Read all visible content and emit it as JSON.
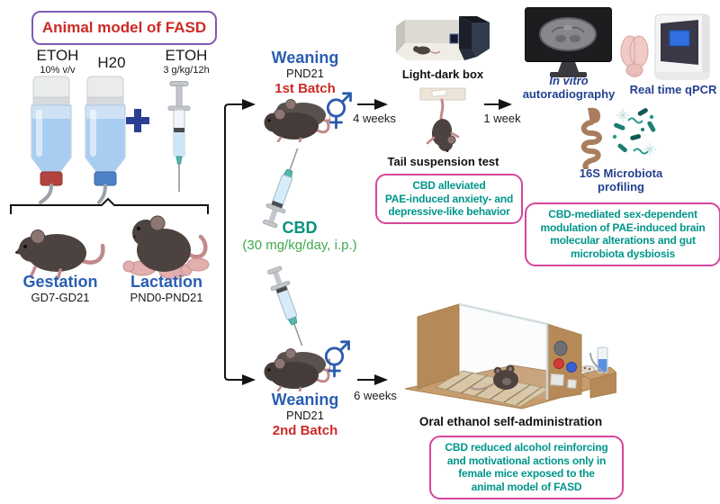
{
  "palette": {
    "red_text": "#cd2a26",
    "purple_border": "#7e5bb5",
    "blue_label": "#2a5db0",
    "navy_label": "#24418f",
    "teal_result_text": "#00968a",
    "pink_box_border": "#d6459c",
    "cbd_name_teal": "#0a9180",
    "cbd_dose_green": "#3fa94d",
    "plus_blue": "#2b3f92",
    "sex_symbol_blue": "#2b5cad"
  },
  "header": {
    "title": "Animal model of FASD"
  },
  "exposure": {
    "bottle_etoh": {
      "name": "ETOH",
      "detail": "10% v/v"
    },
    "bottle_h2o": {
      "name": "H20"
    },
    "plus": "+",
    "syringe_etoh": {
      "name": "ETOH",
      "detail": "3 g/kg/12h"
    }
  },
  "dams": {
    "gestation": {
      "label": "Gestation",
      "period": "GD7-GD21"
    },
    "lactation": {
      "label": "Lactation",
      "period": "PND0-PND21"
    }
  },
  "batch1": {
    "stage": "Weaning",
    "day": "PND21",
    "name": "1st Batch",
    "arrow_label": "4 weeks"
  },
  "batch2": {
    "stage": "Weaning",
    "day": "PND21",
    "name": "2nd Batch",
    "arrow_label": "6 weeks"
  },
  "cbd": {
    "name": "CBD",
    "dose": "(30 mg/kg/day, i.p.)"
  },
  "tests": {
    "light_dark_box": "Light-dark box",
    "tail_suspension": "Tail suspension test",
    "week_arrow": "1 week",
    "autoradiography": {
      "line1": "In vitro",
      "line2": "autoradiography"
    },
    "qpcr": "Real time qPCR",
    "microbiota": {
      "line1": "16S Microbiota",
      "line2": "profiling"
    },
    "oral_ethanol": "Oral ethanol self-administration"
  },
  "results": [
    {
      "lines": [
        "CBD alleviated",
        "PAE-induced anxiety- and",
        "depressive-like behavior"
      ]
    },
    {
      "lines": [
        "CBD-mediated sex-dependent",
        "modulation of PAE-induced brain",
        "molecular alterations and gut",
        "microbiota dysbiosis"
      ]
    },
    {
      "lines": [
        "CBD reduced alcohol reinforcing",
        "and motivational actions only in",
        "female mice exposed to the",
        "animal model of FASD"
      ]
    }
  ]
}
